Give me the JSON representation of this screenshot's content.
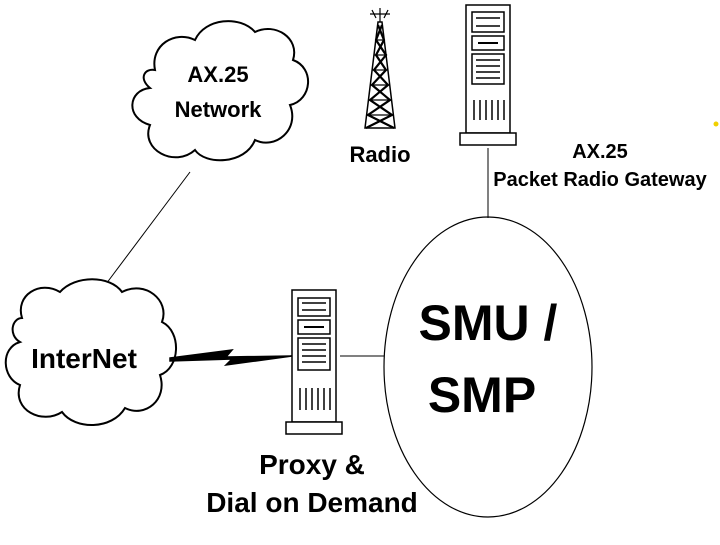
{
  "labels": {
    "ax25_network": [
      "AX.25",
      "Network"
    ],
    "radio": "Radio",
    "gateway": [
      "AX.25",
      "Packet Radio Gateway"
    ],
    "internet": "InterNet",
    "smu_smp": [
      "SMU /",
      "SMP"
    ],
    "proxy": [
      "Proxy &",
      "Dial on Demand"
    ]
  },
  "colors": {
    "stroke": "#000000",
    "background": "#ffffff",
    "accent_dot": "#f0d000"
  },
  "icons": [
    "cloud-icon",
    "radio-tower-icon",
    "server-tower-icon",
    "lightning-link-icon"
  ]
}
